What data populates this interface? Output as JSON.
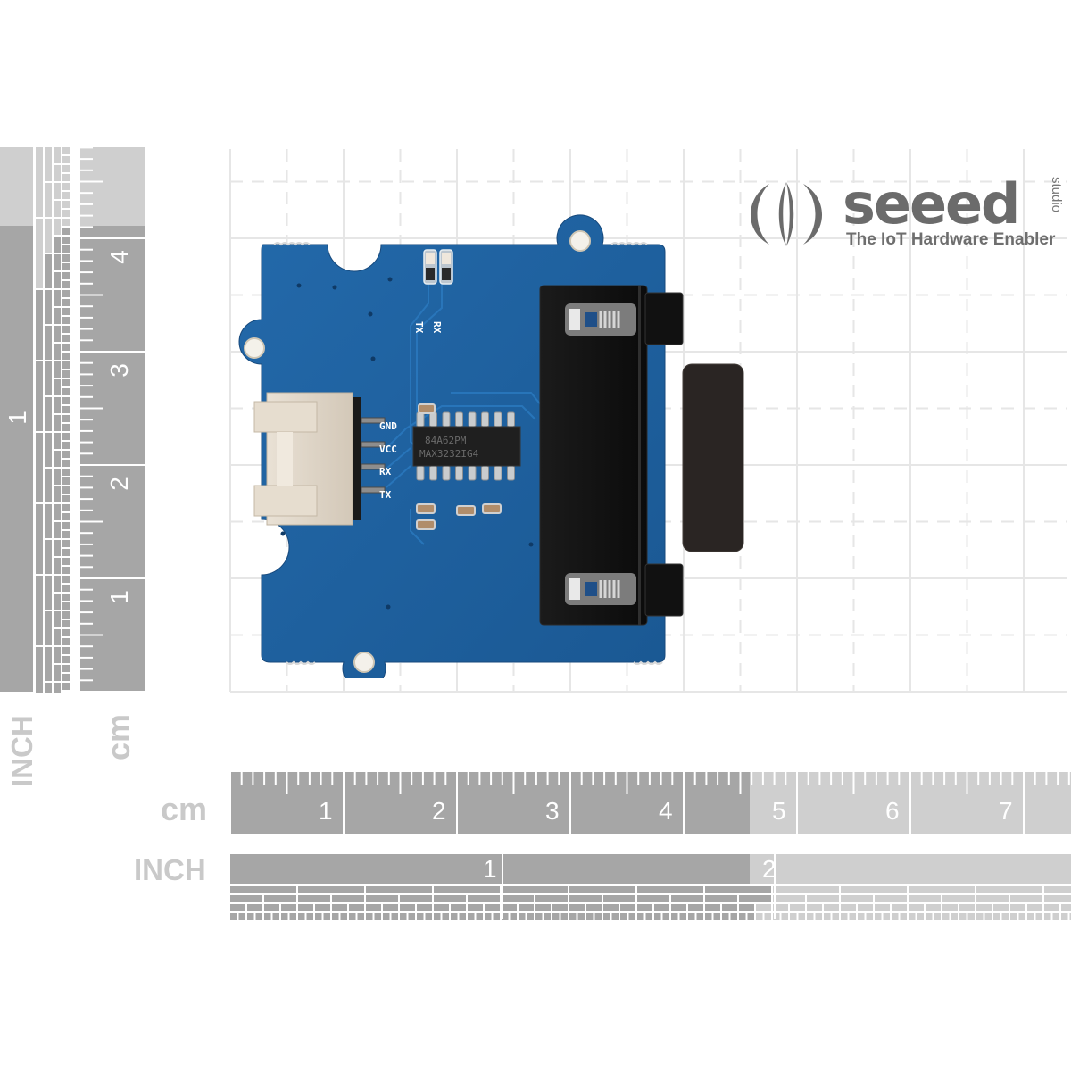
{
  "brand": {
    "name": "seeed",
    "sub": "studio",
    "tagline": "The IoT Hardware Enabler",
    "color": "#6b6b6b"
  },
  "board": {
    "pcb_color": "#1d5e9c",
    "connector_pins": [
      "GND",
      "VCC",
      "RX",
      "TX"
    ],
    "led_labels": [
      "TX",
      "RX"
    ],
    "chip_lines": [
      "84A62PM",
      "MAX3232IG4"
    ],
    "connector_type": "DB9 serial connector"
  },
  "rulers": {
    "vertical": {
      "inch_label": "INCH",
      "cm_label": "cm",
      "inch_numbers": [
        "1"
      ],
      "cm_numbers": [
        "4",
        "3",
        "2",
        "1"
      ]
    },
    "horizontal": {
      "cm_label": "cm",
      "inch_label": "INCH",
      "cm_numbers": [
        "1",
        "2",
        "3",
        "4",
        "5",
        "6",
        "7"
      ],
      "inch_numbers": [
        "1",
        "2"
      ]
    },
    "dark_color": "#a6a6a6",
    "light_color": "#cfcfcf"
  }
}
